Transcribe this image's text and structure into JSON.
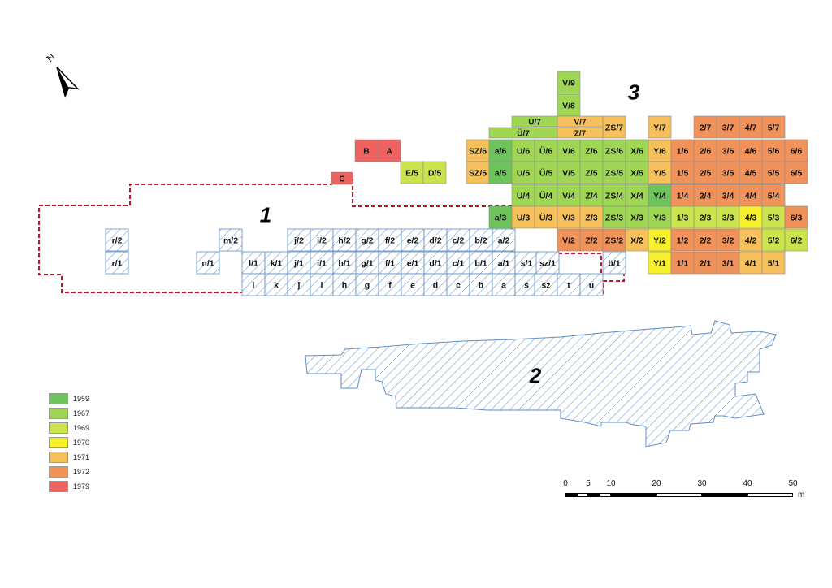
{
  "area_labels": {
    "area1": "1",
    "area2": "2",
    "area3": "3"
  },
  "north_label": "N",
  "colors": {
    "1959": "#6cc45a",
    "1967": "#9fd654",
    "1969": "#cbe44e",
    "1970": "#f7f02e",
    "1971": "#f6c15b",
    "1972": "#f1925a",
    "1979": "#ee6262",
    "hatch": "#5b8ec9",
    "boundary": "#c0162a"
  },
  "legend": [
    {
      "year": "1959",
      "label": "1959"
    },
    {
      "year": "1967",
      "label": "1967"
    },
    {
      "year": "1969",
      "label": "1969"
    },
    {
      "year": "1970",
      "label": "1970"
    },
    {
      "year": "1971",
      "label": "1971"
    },
    {
      "year": "1972",
      "label": "1972"
    },
    {
      "year": "1979",
      "label": "1979"
    }
  ],
  "scale": {
    "ticks": [
      "0",
      "5",
      "10",
      "20",
      "30",
      "40",
      "50"
    ],
    "unit": "m"
  },
  "cells": [
    {
      "label": "V/9",
      "year": "1967"
    },
    {
      "label": "V/8",
      "year": "1967"
    },
    {
      "label": "U/7",
      "year": "1967"
    },
    {
      "label": "V/7",
      "year": "1971"
    },
    {
      "label": "ZS/7",
      "year": "1971"
    },
    {
      "label": "Ü/7",
      "year": "1967"
    },
    {
      "label": "Z/7",
      "year": "1971"
    },
    {
      "label": "Y/7",
      "year": "1971"
    },
    {
      "label": "2/7",
      "year": "1972"
    },
    {
      "label": "3/7",
      "year": "1972"
    },
    {
      "label": "4/7",
      "year": "1972"
    },
    {
      "label": "5/7",
      "year": "1972"
    },
    {
      "label": "B",
      "year": "1979"
    },
    {
      "label": "A",
      "year": "1979"
    },
    {
      "label": "C",
      "year": "1979"
    },
    {
      "label": "SZ/6",
      "year": "1971"
    },
    {
      "label": "a/6",
      "year": "1959"
    },
    {
      "label": "U/6",
      "year": "1967"
    },
    {
      "label": "Ü/6",
      "year": "1967"
    },
    {
      "label": "V/6",
      "year": "1967"
    },
    {
      "label": "Z/6",
      "year": "1967"
    },
    {
      "label": "ZS/6",
      "year": "1967"
    },
    {
      "label": "X/6",
      "year": "1967"
    },
    {
      "label": "Y/6",
      "year": "1971"
    },
    {
      "label": "1/6",
      "year": "1972"
    },
    {
      "label": "2/6",
      "year": "1972"
    },
    {
      "label": "3/6",
      "year": "1972"
    },
    {
      "label": "4/6",
      "year": "1972"
    },
    {
      "label": "5/6",
      "year": "1972"
    },
    {
      "label": "6/6",
      "year": "1972"
    },
    {
      "label": "E/5",
      "year": "1969"
    },
    {
      "label": "D/5",
      "year": "1969"
    },
    {
      "label": "SZ/5",
      "year": "1971"
    },
    {
      "label": "a/5",
      "year": "1959"
    },
    {
      "label": "U/5",
      "year": "1967"
    },
    {
      "label": "Ü/5",
      "year": "1967"
    },
    {
      "label": "V/5",
      "year": "1967"
    },
    {
      "label": "Z/5",
      "year": "1967"
    },
    {
      "label": "ZS/5",
      "year": "1967"
    },
    {
      "label": "X/5",
      "year": "1967"
    },
    {
      "label": "Y/5",
      "year": "1971"
    },
    {
      "label": "1/5",
      "year": "1972"
    },
    {
      "label": "2/5",
      "year": "1972"
    },
    {
      "label": "3/5",
      "year": "1972"
    },
    {
      "label": "4/5",
      "year": "1972"
    },
    {
      "label": "5/5",
      "year": "1972"
    },
    {
      "label": "6/5",
      "year": "1972"
    },
    {
      "label": "U/4",
      "year": "1967"
    },
    {
      "label": "Ü/4",
      "year": "1967"
    },
    {
      "label": "V/4",
      "year": "1967"
    },
    {
      "label": "Z/4",
      "year": "1967"
    },
    {
      "label": "ZS/4",
      "year": "1967"
    },
    {
      "label": "X/4",
      "year": "1967"
    },
    {
      "label": "Y/4",
      "year": "1959"
    },
    {
      "label": "1/4",
      "year": "1972"
    },
    {
      "label": "2/4",
      "year": "1972"
    },
    {
      "label": "3/4",
      "year": "1972"
    },
    {
      "label": "4/4",
      "year": "1972"
    },
    {
      "label": "5/4",
      "year": "1972"
    },
    {
      "label": "a/3",
      "year": "1959"
    },
    {
      "label": "U/3",
      "year": "1971"
    },
    {
      "label": "Ü/3",
      "year": "1971"
    },
    {
      "label": "V/3",
      "year": "1971"
    },
    {
      "label": "Z/3",
      "year": "1971"
    },
    {
      "label": "ZS/3",
      "year": "1967"
    },
    {
      "label": "X/3",
      "year": "1967"
    },
    {
      "label": "Y/3",
      "year": "1967"
    },
    {
      "label": "1/3",
      "year": "1969"
    },
    {
      "label": "2/3",
      "year": "1969"
    },
    {
      "label": "3/3",
      "year": "1969"
    },
    {
      "label": "4/3",
      "year": "1970"
    },
    {
      "label": "5/3",
      "year": "1969"
    },
    {
      "label": "6/3",
      "year": "1972"
    },
    {
      "label": "V/2",
      "year": "1972"
    },
    {
      "label": "Z/2",
      "year": "1972"
    },
    {
      "label": "ZS/2",
      "year": "1972"
    },
    {
      "label": "X/2",
      "year": "1971"
    },
    {
      "label": "Y/2",
      "year": "1970"
    },
    {
      "label": "1/2",
      "year": "1972"
    },
    {
      "label": "2/2",
      "year": "1972"
    },
    {
      "label": "3/2",
      "year": "1972"
    },
    {
      "label": "4/2",
      "year": "1971"
    },
    {
      "label": "5/2",
      "year": "1969"
    },
    {
      "label": "6/2",
      "year": "1969"
    },
    {
      "label": "Y/1",
      "year": "1970"
    },
    {
      "label": "1/1",
      "year": "1972"
    },
    {
      "label": "2/1",
      "year": "1972"
    },
    {
      "label": "3/1",
      "year": "1972"
    },
    {
      "label": "4/1",
      "year": "1971"
    },
    {
      "label": "5/1",
      "year": "1971"
    }
  ],
  "hatched_cells": [
    {
      "label": "r/2"
    },
    {
      "label": "m/2"
    },
    {
      "label": "j/2"
    },
    {
      "label": "i/2"
    },
    {
      "label": "h/2"
    },
    {
      "label": "g/2"
    },
    {
      "label": "f/2"
    },
    {
      "label": "e/2"
    },
    {
      "label": "d/2"
    },
    {
      "label": "c/2"
    },
    {
      "label": "b/2"
    },
    {
      "label": "a/2"
    },
    {
      "label": "r/1"
    },
    {
      "label": "n/1"
    },
    {
      "label": "l/1"
    },
    {
      "label": "k/1"
    },
    {
      "label": "j/1"
    },
    {
      "label": "i/1"
    },
    {
      "label": "h/1"
    },
    {
      "label": "g/1"
    },
    {
      "label": "f/1"
    },
    {
      "label": "e/1"
    },
    {
      "label": "d/1"
    },
    {
      "label": "c/1"
    },
    {
      "label": "b/1"
    },
    {
      "label": "a/1"
    },
    {
      "label": "s/1"
    },
    {
      "label": "sz/1"
    },
    {
      "label": "ü/1"
    },
    {
      "label": "l"
    },
    {
      "label": "k"
    },
    {
      "label": "j"
    },
    {
      "label": "i"
    },
    {
      "label": "h"
    },
    {
      "label": "g"
    },
    {
      "label": "f"
    },
    {
      "label": "e"
    },
    {
      "label": "d"
    },
    {
      "label": "c"
    },
    {
      "label": "b"
    },
    {
      "label": "a"
    },
    {
      "label": "s"
    },
    {
      "label": "sz"
    },
    {
      "label": "t"
    },
    {
      "label": "u"
    }
  ]
}
